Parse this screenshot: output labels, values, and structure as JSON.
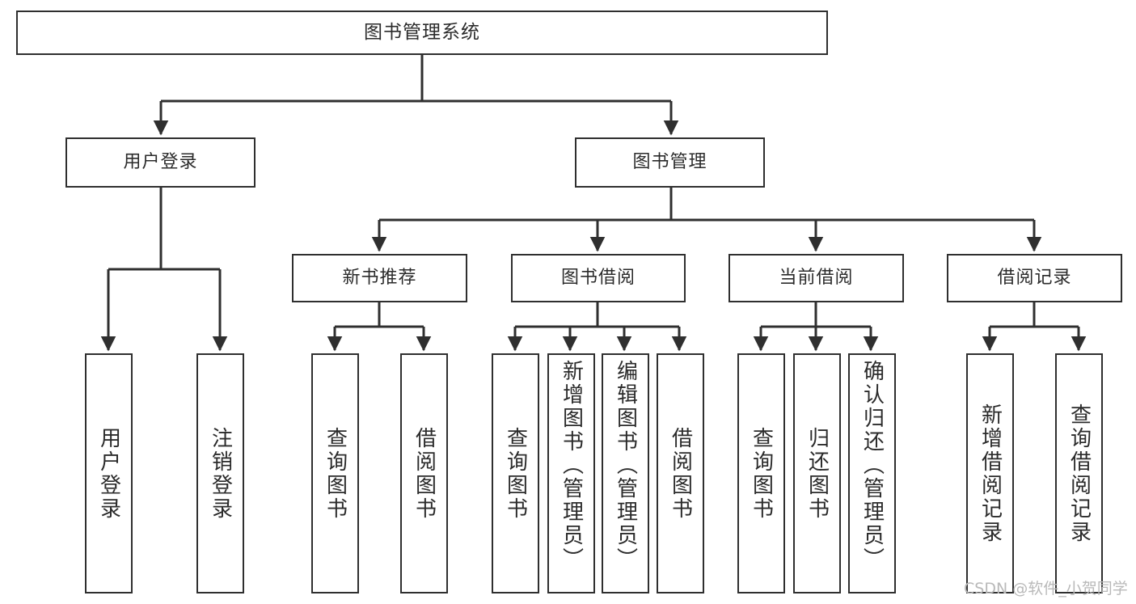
{
  "diagram": {
    "type": "tree",
    "title": "图书管理系统",
    "orientation": "top-down",
    "colors": {
      "box_border": "#2f2f2f",
      "box_fill": "#ffffff",
      "edge": "#2f2f2f",
      "text": "#2b2b2b",
      "watermark": "#b9b9b9",
      "background": "#ffffff"
    },
    "root": {
      "label": "图书管理系统"
    },
    "level2": [
      {
        "id": "user-login",
        "label": "用户登录"
      },
      {
        "id": "book-manage",
        "label": "图书管理"
      }
    ],
    "level3": [
      {
        "id": "new-book-recommend",
        "label": "新书推荐"
      },
      {
        "id": "book-borrow",
        "label": "图书借阅"
      },
      {
        "id": "current-borrow",
        "label": "当前借阅"
      },
      {
        "id": "borrow-record",
        "label": "借阅记录"
      }
    ],
    "leaves": {
      "user_login": [
        {
          "id": "leaf-user-login",
          "label": "用户登录"
        },
        {
          "id": "leaf-logout",
          "label": "注销登录"
        }
      ],
      "new_book_recommend": [
        {
          "id": "leaf-query-book-1",
          "label": "查询图书"
        },
        {
          "id": "leaf-borrow-book-1",
          "label": "借阅图书"
        }
      ],
      "book_borrow": [
        {
          "id": "leaf-query-book-2",
          "label": "查询图书"
        },
        {
          "id": "leaf-add-book",
          "label": "新增图书（管理员）"
        },
        {
          "id": "leaf-edit-book",
          "label": "编辑图书（管理员）"
        },
        {
          "id": "leaf-borrow-book-2",
          "label": "借阅图书"
        }
      ],
      "current_borrow": [
        {
          "id": "leaf-query-book-3",
          "label": "查询图书"
        },
        {
          "id": "leaf-return-book",
          "label": "归还图书"
        },
        {
          "id": "leaf-confirm-return",
          "label": "确认归还（管理员）"
        }
      ],
      "borrow_record": [
        {
          "id": "leaf-add-record",
          "label": "新增借阅记录"
        },
        {
          "id": "leaf-query-record",
          "label": "查询借阅记录"
        }
      ]
    }
  },
  "watermark": {
    "text": "CSDN @软件_小贺同学"
  }
}
